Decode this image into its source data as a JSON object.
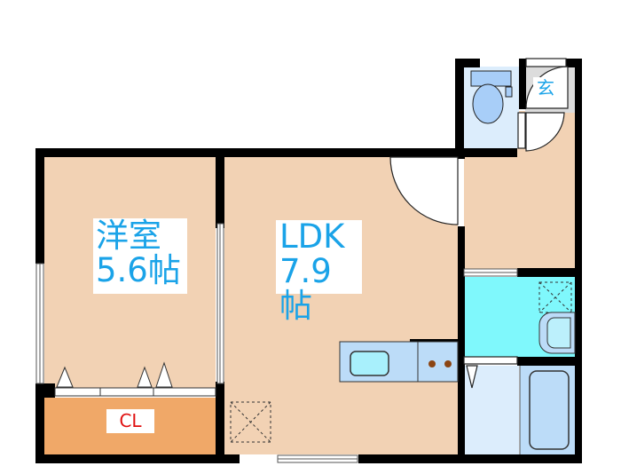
{
  "floor_plan": {
    "rooms": [
      {
        "id": "western-room",
        "name": "洋室",
        "size": "5.6帖"
      },
      {
        "id": "ldk",
        "name": "LDK",
        "size": "7.9帖"
      },
      {
        "id": "entrance",
        "name": "玄"
      },
      {
        "id": "closet",
        "name": "CL"
      },
      {
        "id": "toilet",
        "name": ""
      },
      {
        "id": "washroom",
        "name": ""
      },
      {
        "id": "bathroom",
        "name": ""
      },
      {
        "id": "hallway",
        "name": ""
      }
    ],
    "colors": {
      "wall": "#000000",
      "room_floor": "#f2d2b4",
      "closet_floor": "#f0a868",
      "wet_area": "#bcdcf8",
      "washroom": "#7ff8fc",
      "entrance_floor": "#dcdcdc",
      "label_text": "#1aa3e8",
      "closet_label_text": "#e01010"
    },
    "fixtures": [
      "toilet",
      "kitchen-sink",
      "stove",
      "washbasin",
      "bathtub",
      "washing-machine-space",
      "refrigerator-space"
    ]
  }
}
